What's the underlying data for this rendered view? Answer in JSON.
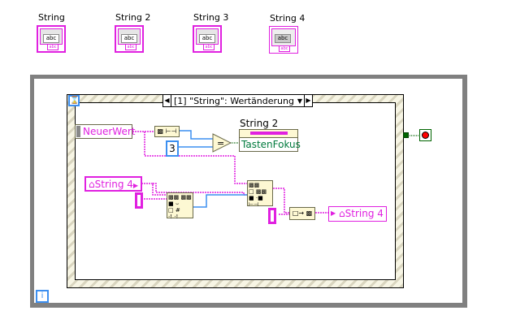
{
  "front_panel_terminals": [
    {
      "label": "String",
      "glyph": "abc",
      "type_tag": "abc",
      "kind": "control"
    },
    {
      "label": "String 2",
      "glyph": "abc",
      "type_tag": "abc",
      "kind": "control"
    },
    {
      "label": "String 3",
      "glyph": "abc",
      "type_tag": "abc",
      "kind": "control"
    },
    {
      "label": "String 4",
      "glyph": "abc",
      "type_tag": "abc",
      "kind": "indicator"
    }
  ],
  "while_loop": {
    "iteration_terminal": "i",
    "stop_button": "stop-icon"
  },
  "event_structure": {
    "case_selector": "[1] \"String\": Wertänderung",
    "event_data_node": "NeuerWert",
    "numeric_constant": "3",
    "property_node": {
      "label": "String 2",
      "property": "TastenFokus"
    },
    "local_variable_in": "String 4",
    "local_variable_out": "String 4",
    "functions": [
      "string-length",
      "equal",
      "search-split-string",
      "string-subset",
      "concatenate-strings"
    ]
  },
  "colors": {
    "string_wire": "#e020e0",
    "numeric_wire": "#3c8ff0",
    "boolean_wire": "#006400",
    "loop_border": "#808080"
  }
}
